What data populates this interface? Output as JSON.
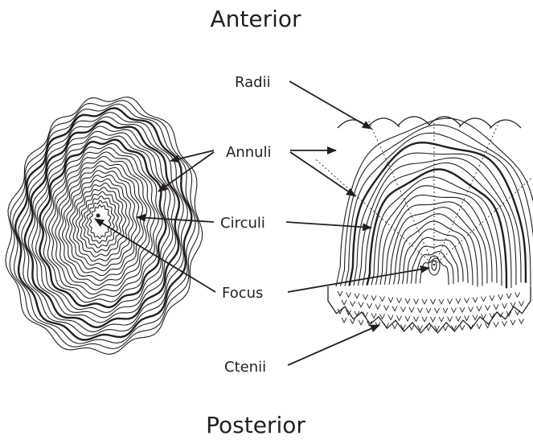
{
  "title_top": "Anterior",
  "title_bottom": "Posterior",
  "labels": {
    "radii": "Radii",
    "annuli": "Annuli",
    "circuli": "Circuli",
    "focus": "Focus",
    "ctenii": "Ctenii"
  },
  "colors": {
    "ink": "#231f20",
    "background": "#ffffff"
  }
}
